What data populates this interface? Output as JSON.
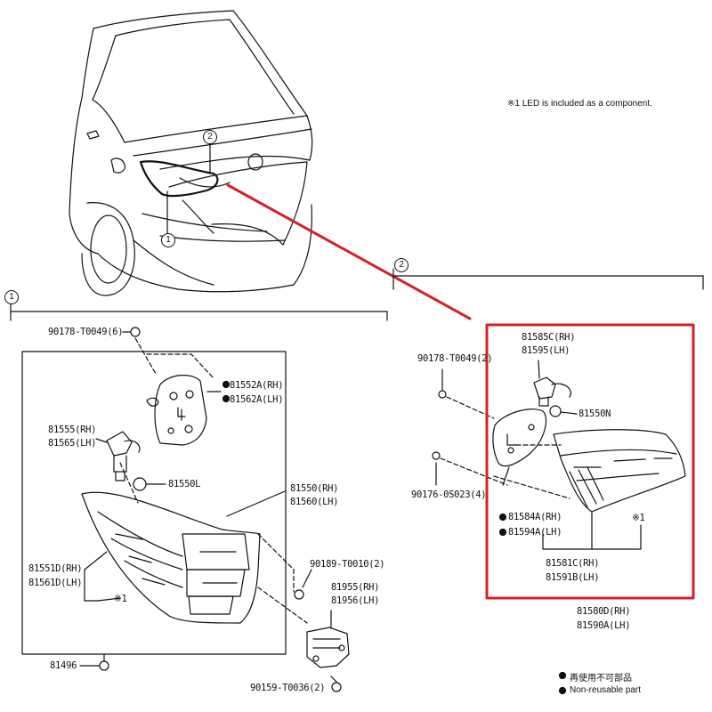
{
  "note_led": "※1 LED is included as a component.",
  "callouts": {
    "one": "1",
    "two": "2"
  },
  "section1": {
    "callout": "1",
    "parts": {
      "p90178_t0049_6": "90178-T0049(6)",
      "p81552a": "81552A(RH)",
      "p81562a": "81562A(LH)",
      "p81555": "81555(RH)",
      "p81565": "81565(LH)",
      "p81550l": "81550L",
      "p81550": "81550(RH)",
      "p81560": "81560(LH)",
      "p81551d": "81551D(RH)",
      "p81561d": "81561D(LH)",
      "mark_1": "※1",
      "p90189": "90189-T0010(2)",
      "p81955": "81955(RH)",
      "p81956": "81956(LH)",
      "p81496": "81496",
      "p90159": "90159-T0036(2)"
    }
  },
  "section2": {
    "callout": "2",
    "parts": {
      "p90178_t0049_2": "90178-T0049(2)",
      "p81585c": "81585C(RH)",
      "p81595": "81595(LH)",
      "p81550n": "81550N",
      "p90176": "90176-0S023(4)",
      "p81584a": "81584A(RH)",
      "p81594a": "81594A(LH)",
      "mark_1": "※1",
      "p81581c": "81581C(RH)",
      "p81591b": "81591B(LH)",
      "p81580d": "81580D(RH)",
      "p81590a": "81590A(LH)"
    }
  },
  "legend": {
    "japanese": "再使用不可部品",
    "english": "Non-reusable part"
  },
  "colors": {
    "highlight": "#d4202a",
    "line": "#111111"
  }
}
